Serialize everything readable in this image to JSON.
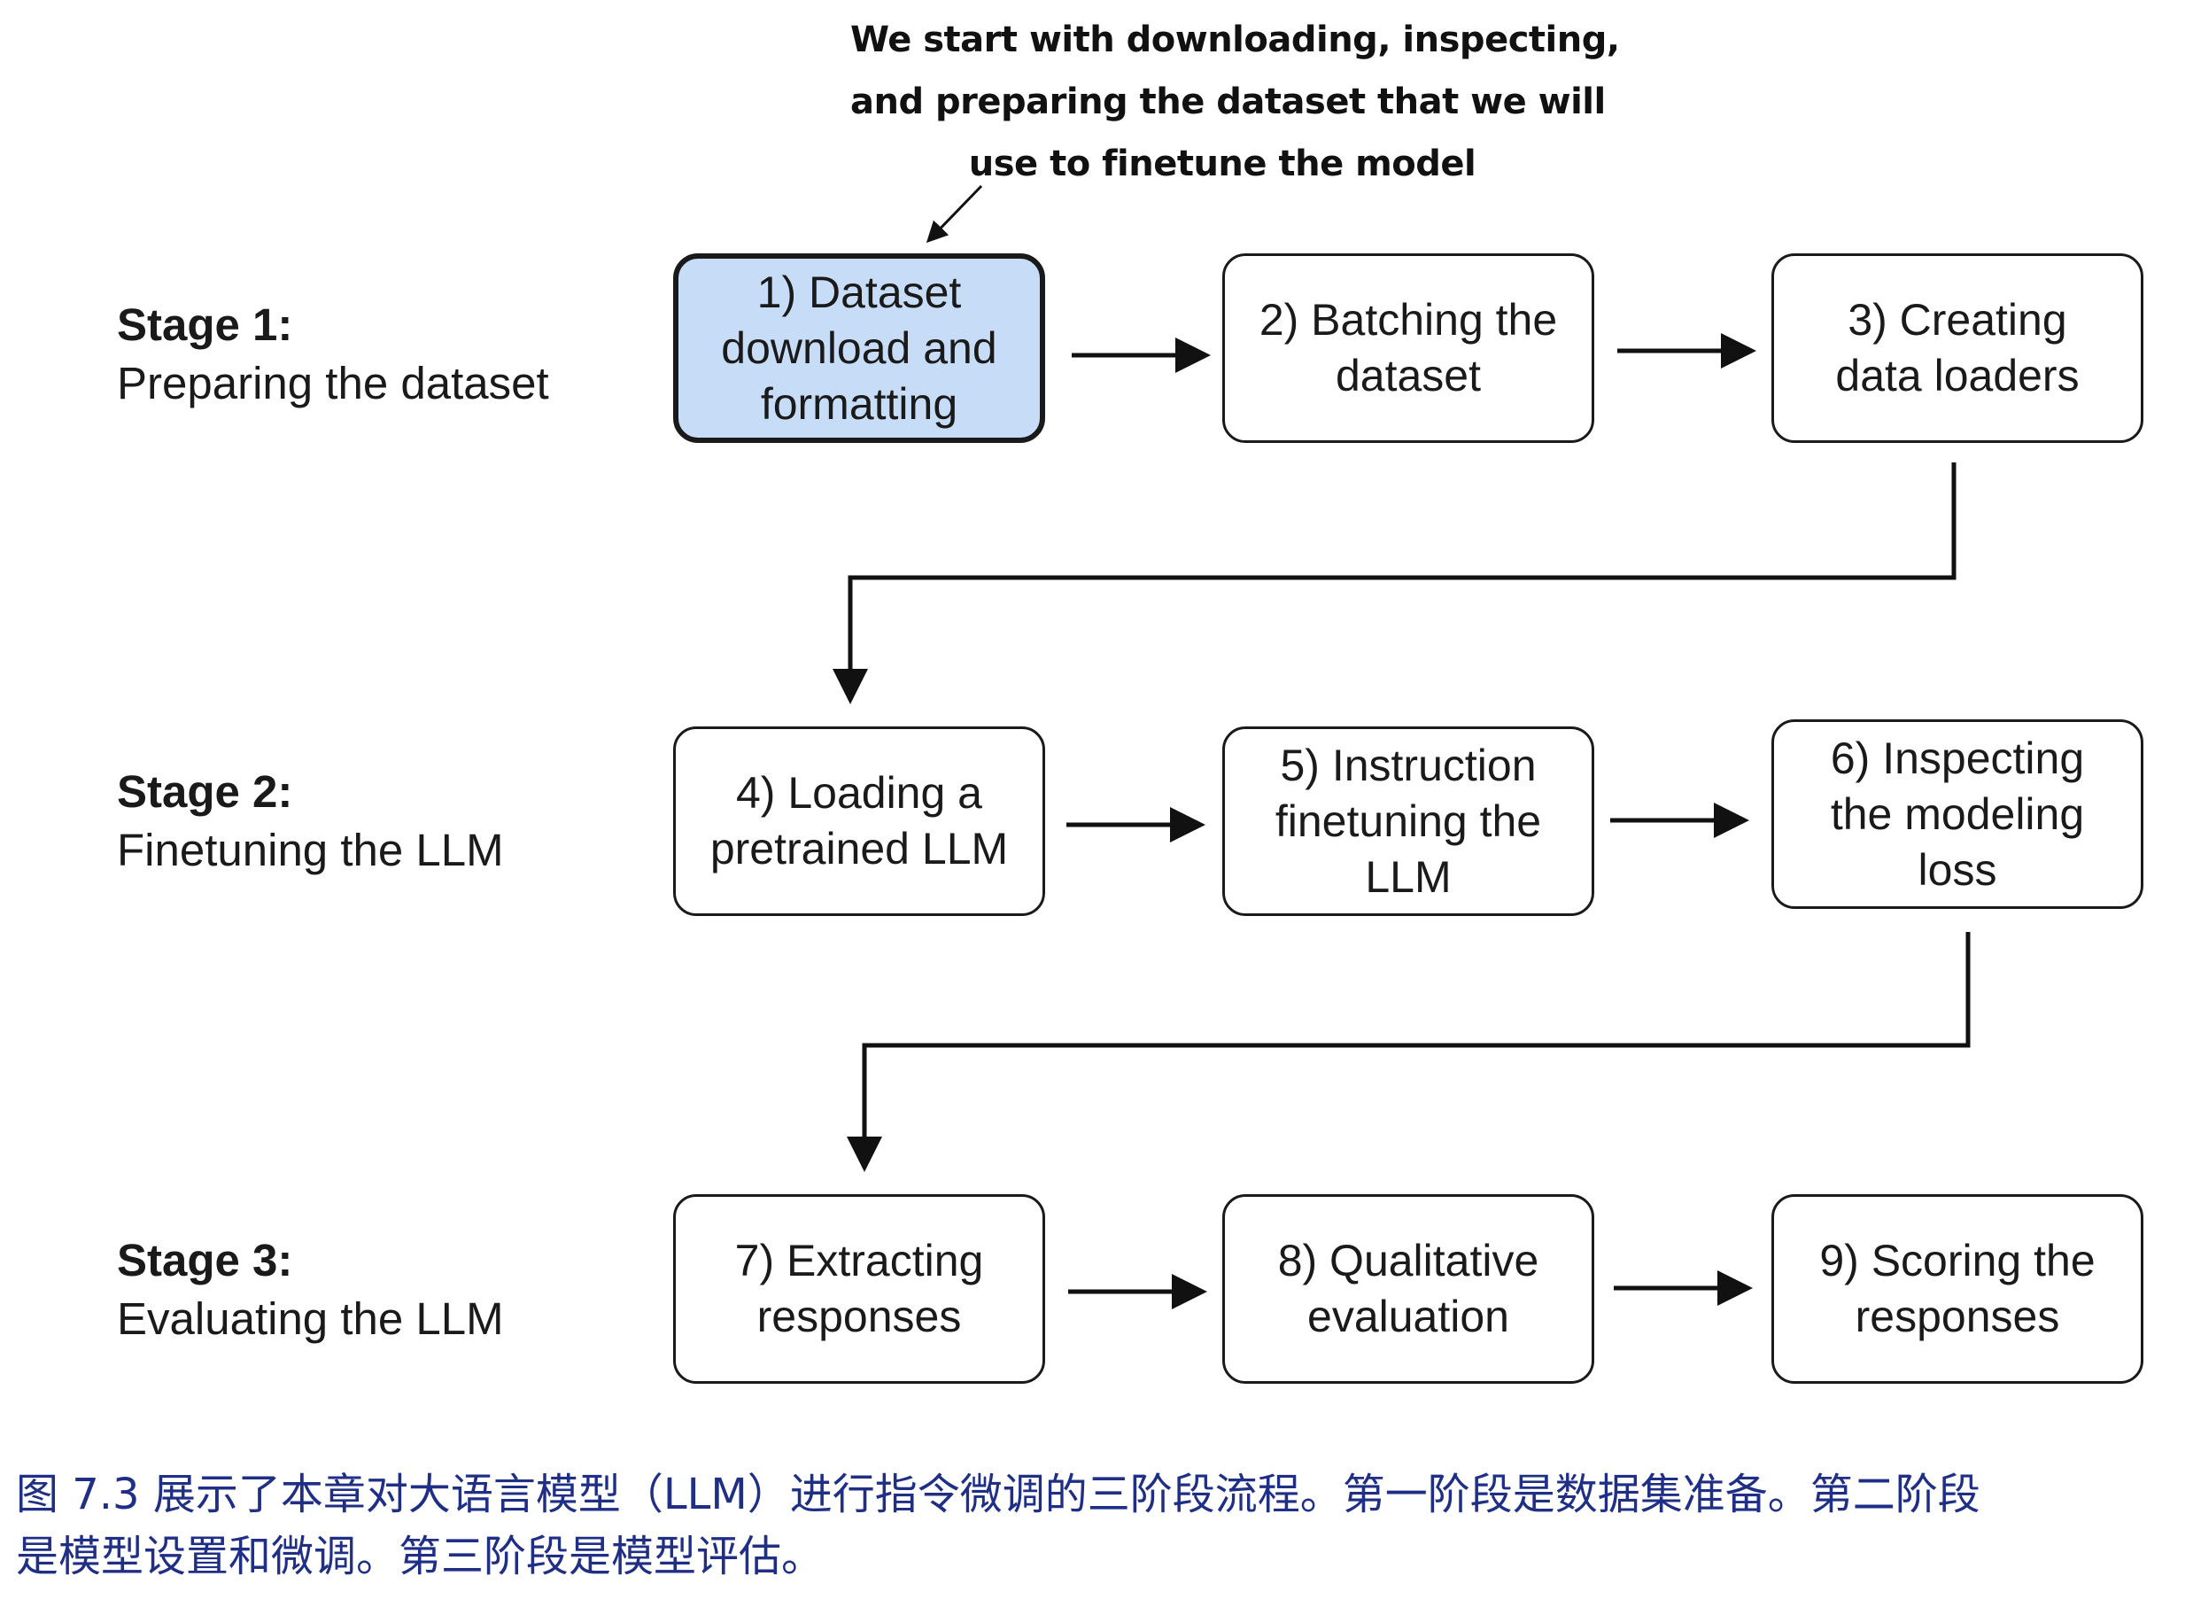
{
  "annotation": {
    "lines": [
      "We start with downloading, inspecting,",
      "and preparing the dataset that we will",
      "use to finetune the model"
    ]
  },
  "stages": [
    {
      "title": "Stage 1:",
      "subtitle": "Preparing the dataset"
    },
    {
      "title": "Stage 2:",
      "subtitle": "Finetuning the LLM"
    },
    {
      "title": "Stage 3:",
      "subtitle": "Evaluating the LLM"
    }
  ],
  "steps": [
    {
      "label": "1) Dataset\ndownload and\nformatting",
      "highlighted": true
    },
    {
      "label": "2) Batching the\ndataset",
      "highlighted": false
    },
    {
      "label": "3) Creating\ndata loaders",
      "highlighted": false
    },
    {
      "label": "4) Loading a\npretrained LLM",
      "highlighted": false
    },
    {
      "label": "5) Instruction\nfinetuning the\nLLM",
      "highlighted": false
    },
    {
      "label": "6) Inspecting\nthe modeling\nloss",
      "highlighted": false
    },
    {
      "label": "7) Extracting\nresponses",
      "highlighted": false
    },
    {
      "label": "8) Qualitative\nevaluation",
      "highlighted": false
    },
    {
      "label": "9) Scoring the\nresponses",
      "highlighted": false
    }
  ],
  "caption": {
    "lines": [
      "图 7.3 展示了本章对大语言模型（LLM）进行指令微调的三阶段流程。第一阶段是数据集准备。第二阶段",
      "是模型设置和微调。第三阶段是模型评估。"
    ]
  },
  "colors": {
    "highlight_fill": "#c7dcf7",
    "box_border": "#1a1a1a",
    "caption_text": "#1f2f86"
  }
}
